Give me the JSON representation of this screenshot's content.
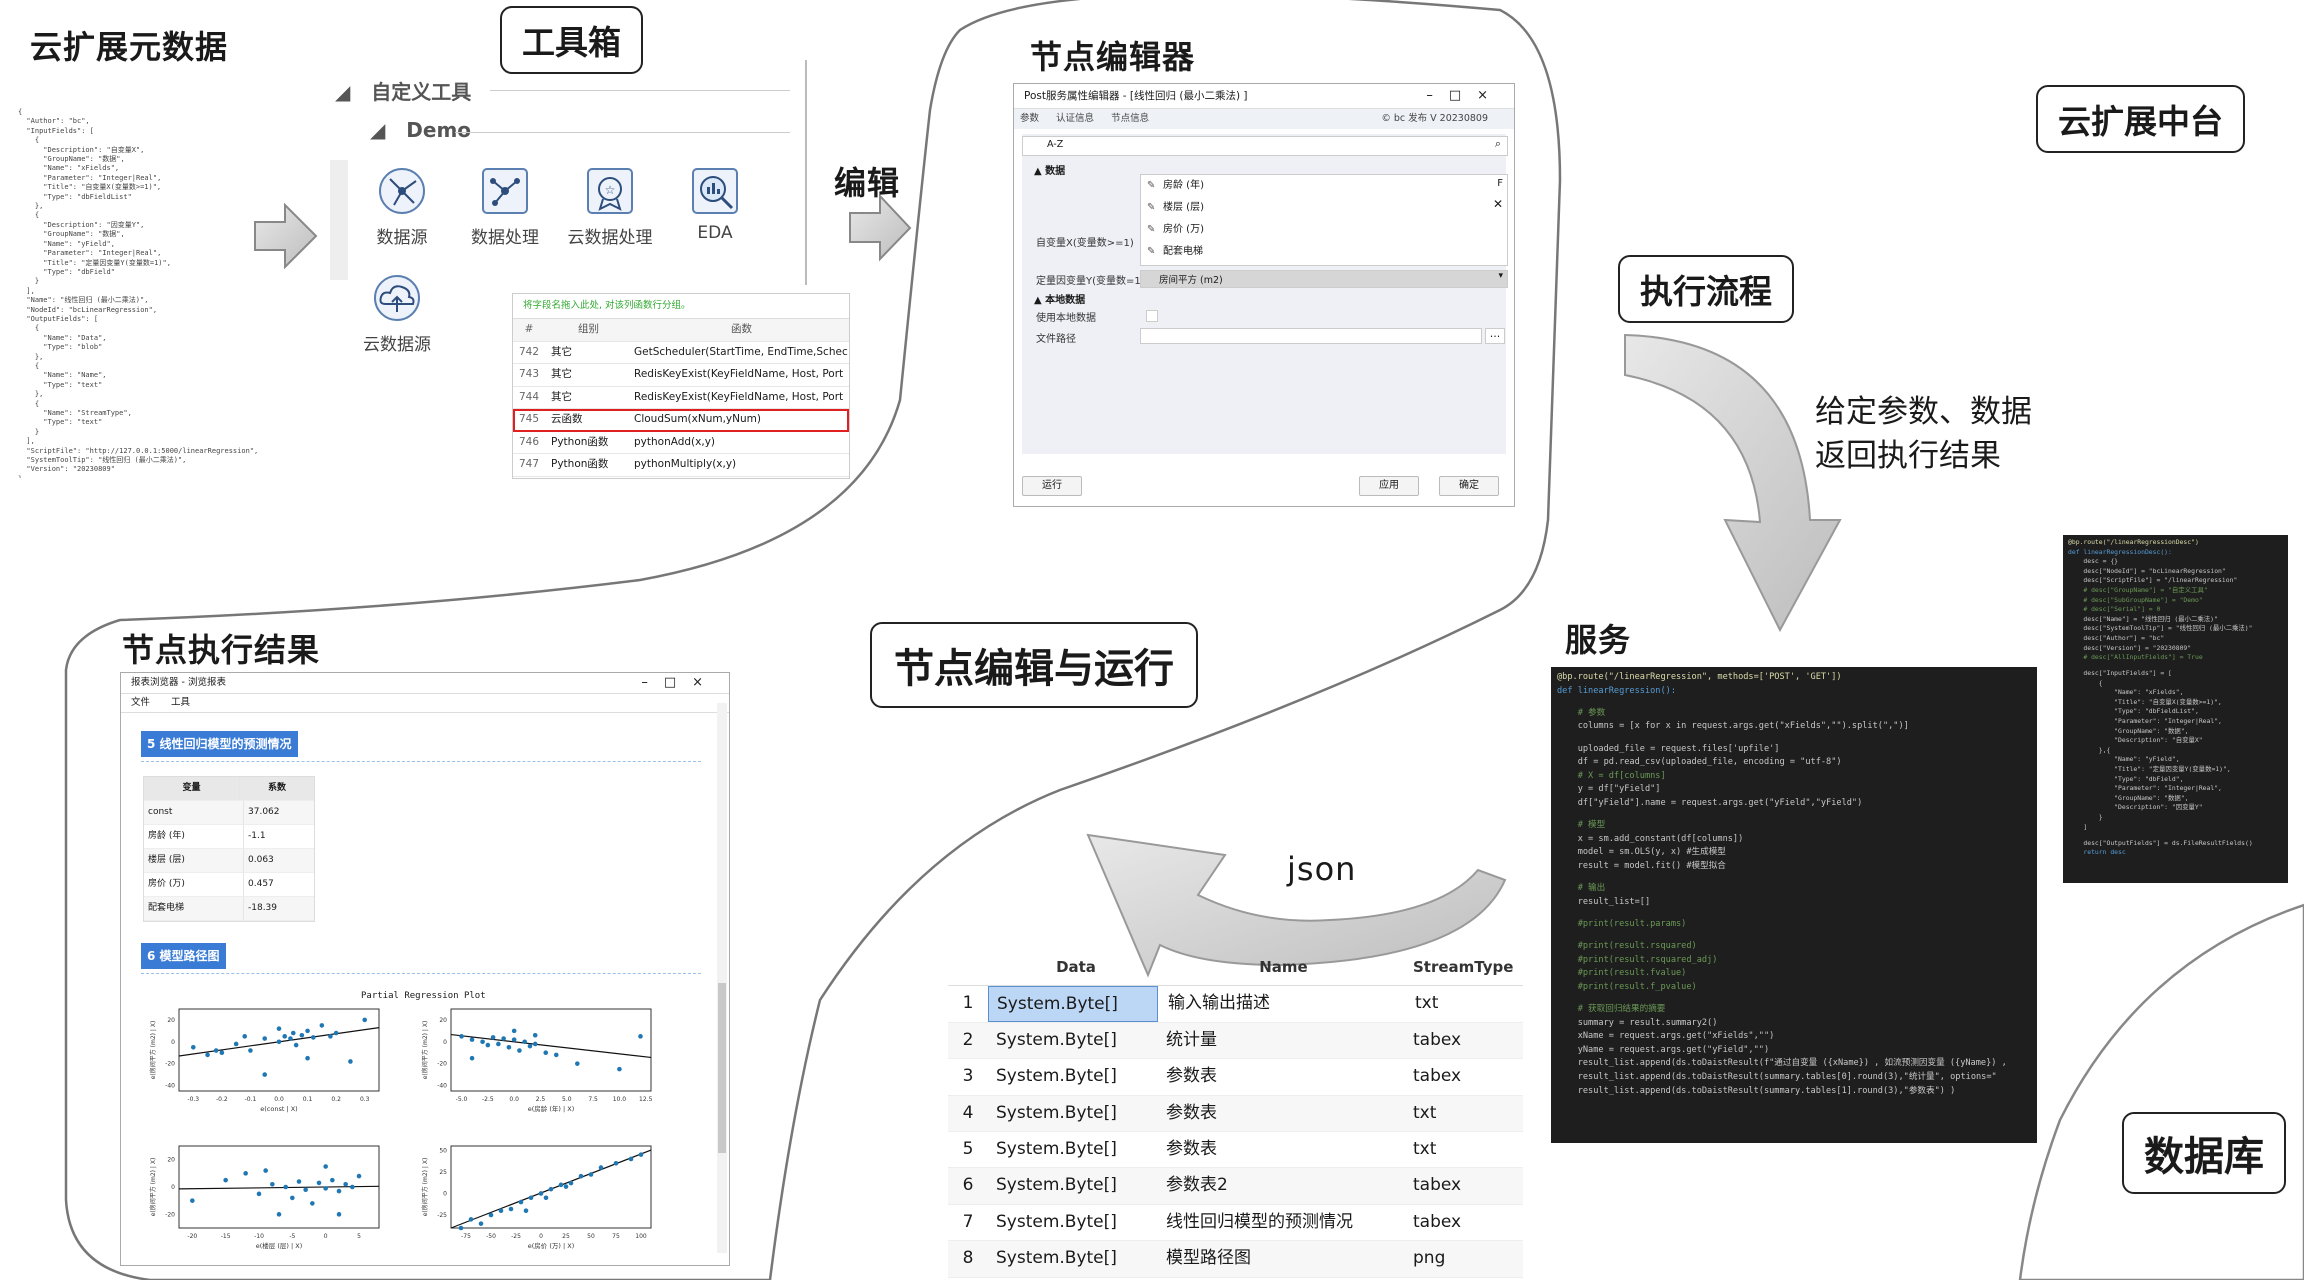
{
  "labels": {
    "metadata": "云扩展元数据",
    "toolbox": "工具箱",
    "edit": "编辑",
    "node_editor": "节点编辑器",
    "extension_platform": "云扩展中台",
    "execution_flow": "执行流程",
    "execution_note": "给定参数、数据\n返回执行结果",
    "service": "服务",
    "node_edit_run": "节点编辑与运行",
    "node_results": "节点执行结果",
    "json": "json",
    "database": "数据库"
  },
  "metadata_json": [
    "{",
    "  \"Author\": \"bc\",",
    "  \"InputFields\": [",
    "    {",
    "      \"Description\": \"自变量X\",",
    "      \"GroupName\": \"数据\",",
    "      \"Name\": \"xFields\",",
    "      \"Parameter\": \"Integer|Real\",",
    "      \"Title\": \"自变量X(变量数>=1)\",",
    "      \"Type\": \"dbFieldList\"",
    "    },",
    "    {",
    "      \"Description\": \"因变量Y\",",
    "      \"GroupName\": \"数据\",",
    "      \"Name\": \"yField\",",
    "      \"Parameter\": \"Integer|Real\",",
    "      \"Title\": \"定量因变量Y(变量数=1)\",",
    "      \"Type\": \"dbField\"",
    "    }",
    "  ],",
    "  \"Name\": \"线性回归 (最小二乘法)\",",
    "  \"NodeId\": \"bcLinearRegression\",",
    "  \"OutputFields\": [",
    "    {",
    "      \"Name\": \"Data\",",
    "      \"Type\": \"blob\"",
    "    },",
    "    {",
    "      \"Name\": \"Name\",",
    "      \"Type\": \"text\"",
    "    },",
    "    {",
    "      \"Name\": \"StreamType\",",
    "      \"Type\": \"text\"",
    "    }",
    "  ],",
    "  \"ScriptFile\": \"http://127.0.0.1:5000/linearRegression\",",
    "  \"SystemToolTip\": \"线性回归 (最小二乘法)\",",
    "  \"Version\": \"20230809\"",
    "}"
  ],
  "toolbox": {
    "group": "自定义工具",
    "subgroup": "Demo",
    "tools": [
      {
        "label": "数据源",
        "icon": "network-icon"
      },
      {
        "label": "数据处理",
        "icon": "nodes-processing-icon"
      },
      {
        "label": "云数据处理",
        "icon": "cloud-badge-icon"
      },
      {
        "label": "EDA",
        "icon": "chart-search-icon"
      }
    ],
    "cloud_tool": {
      "label": "云数据源",
      "icon": "cloud-upload-icon"
    },
    "function_hint": "将字段名拖入此处, 对该列函数行分组。",
    "function_headers": [
      "#",
      "组别",
      "函数"
    ],
    "functions": [
      {
        "no": "742",
        "group": "其它",
        "fn": "GetScheduler(StartTime, EndTime,Schec"
      },
      {
        "no": "743",
        "group": "其它",
        "fn": "RedisKeyExist(KeyFieldName, Host, Port"
      },
      {
        "no": "744",
        "group": "其它",
        "fn": "RedisKeyExist(KeyFieldName, Host, Port"
      },
      {
        "no": "745",
        "group": "云函数",
        "fn": "CloudSum(xNum,yNum)",
        "highlighted": true
      },
      {
        "no": "746",
        "group": "Python函数",
        "fn": "pythonAdd(x,y)"
      },
      {
        "no": "747",
        "group": "Python函数",
        "fn": "pythonMultiply(x,y)"
      }
    ]
  },
  "editor": {
    "title": "Post服务属性编辑器 - [线性回归 (最小二乘法) ]",
    "controls": "–□×",
    "tabs": [
      "参数",
      "认证信息",
      "节点信息"
    ],
    "version": "© bc 发布 V 20230809",
    "sort_label": "A-Z",
    "section_data": "数据",
    "x_label": "自变量X(变量数>=1)",
    "x_items": [
      "房龄 (年)",
      "楼层 (层)",
      "房价 (万)",
      "配套电梯"
    ],
    "y_label": "定量因变量Y(变量数=1)",
    "y_value": "房间平方 (m2)",
    "section_local": "本地数据",
    "use_local_label": "使用本地数据",
    "file_path_label": "文件路径",
    "btn_run": "运行",
    "btn_apply": "应用",
    "btn_ok": "确定"
  },
  "result_window": {
    "title": "报表浏览器 - 浏览报表",
    "controls": "–□×",
    "menu": [
      "文件",
      "工具"
    ],
    "section5": "5 线性回归模型的预测情况",
    "coef_headers": [
      "变量",
      "系数"
    ],
    "coefficients": [
      {
        "var": "const",
        "value": "37.062"
      },
      {
        "var": "房龄 (年)",
        "value": "-1.1"
      },
      {
        "var": "楼层 (层)",
        "value": "0.063"
      },
      {
        "var": "房价 (万)",
        "value": "0.457"
      },
      {
        "var": "配套电梯",
        "value": "-18.39"
      }
    ],
    "section6": "6 模型路径图",
    "plot_title": "Partial Regression Plot"
  },
  "chart_data": {
    "type": "scatter",
    "title": "Partial Regression Plot",
    "panels": [
      {
        "xlabel": "e(const | X)",
        "ylabel": "e(房间平方 (m2) | X)",
        "xticks": [
          "-0.3",
          "-0.2",
          "-0.1",
          "0.0",
          "0.1",
          "0.2",
          "0.3"
        ],
        "yticks": [
          "20",
          "0",
          "-20",
          "-40"
        ],
        "xlim": [
          -0.35,
          0.35
        ],
        "ylim": [
          -45,
          30
        ],
        "slope": 37.062,
        "points": [
          [
            -0.3,
            -5
          ],
          [
            -0.25,
            -12
          ],
          [
            -0.22,
            -8
          ],
          [
            -0.2,
            -10
          ],
          [
            -0.15,
            -2
          ],
          [
            -0.1,
            -8
          ],
          [
            -0.05,
            3
          ],
          [
            0.0,
            0
          ],
          [
            0.02,
            5
          ],
          [
            0.04,
            3
          ],
          [
            0.05,
            8
          ],
          [
            0.06,
            -3
          ],
          [
            0.08,
            6
          ],
          [
            0.1,
            10
          ],
          [
            0.12,
            4
          ],
          [
            0.15,
            15
          ],
          [
            0.18,
            5
          ],
          [
            0.2,
            8
          ],
          [
            0.25,
            -18
          ],
          [
            -0.05,
            -30
          ],
          [
            0.3,
            20
          ],
          [
            0.1,
            -15
          ],
          [
            0.0,
            12
          ],
          [
            -0.12,
            5
          ]
        ]
      },
      {
        "xlabel": "e(房龄 (年) | X)",
        "ylabel": "e(房间平方 (m2) | X)",
        "xticks": [
          "-5.0",
          "-2.5",
          "0.0",
          "2.5",
          "5.0",
          "7.5",
          "10.0",
          "12.5"
        ],
        "yticks": [
          "20",
          "0",
          "-20",
          "-40"
        ],
        "xlim": [
          -6,
          13
        ],
        "ylim": [
          -45,
          30
        ],
        "slope": -1.1,
        "points": [
          [
            -5,
            5
          ],
          [
            -4,
            2
          ],
          [
            -3,
            0
          ],
          [
            -2.5,
            -3
          ],
          [
            -2,
            4
          ],
          [
            -1.5,
            -2
          ],
          [
            -1,
            3
          ],
          [
            -0.5,
            -5
          ],
          [
            0,
            2
          ],
          [
            0.5,
            -8
          ],
          [
            1,
            0
          ],
          [
            1.5,
            -4
          ],
          [
            2,
            6
          ],
          [
            3,
            -10
          ],
          [
            4,
            -12
          ],
          [
            6,
            -20
          ],
          [
            10,
            -25
          ],
          [
            12,
            5
          ],
          [
            -4,
            -15
          ],
          [
            0,
            10
          ],
          [
            2,
            -2
          ]
        ]
      },
      {
        "xlabel": "e(楼层 (层) | X)",
        "ylabel": "e(房间平方 (m2) | X)",
        "xticks": [
          "-20",
          "-15",
          "-10",
          "-5",
          "0",
          "5"
        ],
        "yticks": [
          "20",
          "0",
          "-20"
        ],
        "xlim": [
          -22,
          8
        ],
        "ylim": [
          -30,
          30
        ],
        "slope": 0.063,
        "points": [
          [
            -20,
            -10
          ],
          [
            -15,
            5
          ],
          [
            -12,
            10
          ],
          [
            -10,
            -5
          ],
          [
            -8,
            2
          ],
          [
            -6,
            0
          ],
          [
            -5,
            -8
          ],
          [
            -4,
            4
          ],
          [
            -3,
            -2
          ],
          [
            -2,
            -12
          ],
          [
            -1,
            3
          ],
          [
            0,
            -1
          ],
          [
            1,
            5
          ],
          [
            2,
            -3
          ],
          [
            3,
            2
          ],
          [
            4,
            0
          ],
          [
            5,
            8
          ],
          [
            -7,
            -20
          ],
          [
            -9,
            12
          ],
          [
            0,
            15
          ],
          [
            2,
            -20
          ]
        ]
      },
      {
        "xlabel": "e(房价 (万) | X)",
        "ylabel": "e(房间平方 (m2) | X)",
        "xticks": [
          "-75",
          "-50",
          "-25",
          "0",
          "25",
          "50",
          "75",
          "100"
        ],
        "yticks": [
          "50",
          "25",
          "0",
          "-25"
        ],
        "xlim": [
          -90,
          110
        ],
        "ylim": [
          -40,
          55
        ],
        "slope": 0.457,
        "points": [
          [
            -80,
            -40
          ],
          [
            -70,
            -30
          ],
          [
            -50,
            -25
          ],
          [
            -40,
            -20
          ],
          [
            -30,
            -18
          ],
          [
            -20,
            -10
          ],
          [
            -10,
            -5
          ],
          [
            0,
            0
          ],
          [
            10,
            5
          ],
          [
            20,
            10
          ],
          [
            30,
            12
          ],
          [
            40,
            20
          ],
          [
            50,
            22
          ],
          [
            60,
            30
          ],
          [
            75,
            35
          ],
          [
            90,
            40
          ],
          [
            100,
            45
          ],
          [
            -60,
            -35
          ],
          [
            25,
            8
          ],
          [
            -15,
            -20
          ],
          [
            5,
            -5
          ]
        ]
      }
    ]
  },
  "data_table": {
    "headers": [
      "Data",
      "Name",
      "StreamType"
    ],
    "rows": [
      {
        "idx": "1",
        "data": "System.Byte[]",
        "name": "输入输出描述",
        "type": "txt",
        "selected": true
      },
      {
        "idx": "2",
        "data": "System.Byte[]",
        "name": "统计量",
        "type": "tabex"
      },
      {
        "idx": "3",
        "data": "System.Byte[]",
        "name": "参数表",
        "type": "tabex"
      },
      {
        "idx": "4",
        "data": "System.Byte[]",
        "name": "参数表",
        "type": "txt"
      },
      {
        "idx": "5",
        "data": "System.Byte[]",
        "name": "参数表",
        "type": "txt"
      },
      {
        "idx": "6",
        "data": "System.Byte[]",
        "name": "参数表2",
        "type": "tabex"
      },
      {
        "idx": "7",
        "data": "System.Byte[]",
        "name": "线性回归模型的预测情况",
        "type": "tabex"
      },
      {
        "idx": "8",
        "data": "System.Byte[]",
        "name": "模型路径图",
        "type": "png"
      }
    ]
  },
  "code_main": [
    "@bp.route(\"/linearRegression\", methods=['POST', 'GET'])",
    "def linearRegression():",
    "",
    "    # 参数",
    "    columns = [x for x in request.args.get(\"xFields\",\"\").split(\",\")]",
    "",
    "    uploaded_file = request.files['upfile']",
    "    df = pd.read_csv(uploaded_file, encoding = \"utf-8\")",
    "    # X = df[columns]",
    "    y = df[\"yField\"]",
    "    df[\"yField\"].name = request.args.get(\"yField\",\"yField\")",
    "",
    "    # 模型",
    "    x = sm.add_constant(df[columns])",
    "    model = sm.OLS(y, x) #生成模型",
    "    result = model.fit() #模型拟合",
    "",
    "    # 输出",
    "    result_list=[]",
    "",
    "    #print(result.params)",
    "",
    "    #print(result.rsquared)",
    "    #print(result.rsquared_adj)",
    "    #print(result.fvalue)",
    "    #print(result.f_pvalue)",
    "",
    "    # 获取回归结果的摘要",
    "    summary = result.summary2()",
    "    xName = request.args.get(\"xFields\",\"\")",
    "    yName = request.args.get(\"yField\",\"\")",
    "    result_list.append(ds.toDaistResult(f\"通过自变量 ({xName}) , 如流预测因变量 ({yName}) ,",
    "    result_list.append(ds.toDaistResult(summary.tables[0].round(3),\"统计量\", options=\"",
    "    result_list.append(ds.toDaistResult(summary.tables[1].round(3),\"参数表\") )"
  ],
  "code_side": [
    "@bp.route(\"/linearRegressionDesc\")",
    "def linearRegressionDesc():",
    "    desc = {}",
    "    desc[\"NodeId\"] = \"bcLinearRegression\"",
    "    desc[\"ScriptFile\"] = \"/linearRegression\"",
    "    # desc[\"GroupName\"] = \"自定义工具\"",
    "    # desc[\"SubGroupName\"] = \"Demo\"",
    "    # desc[\"Serial\"] = 0",
    "    desc[\"Name\"] = \"线性回归 (最小二乘法)\"",
    "    desc[\"SystemToolTip\"] = \"线性回归 (最小二乘法)\"",
    "    desc[\"Author\"] = \"bc\"",
    "    desc[\"Version\"] = \"20230809\"",
    "    # desc[\"AllInputFields\"] = True",
    "",
    "    desc[\"InputFields\"] = [",
    "        {",
    "            \"Name\": \"xFields\",",
    "            \"Title\": \"自变量X(变量数>=1)\",",
    "            \"Type\": \"dbFieldList\",",
    "            \"Parameter\": \"Integer|Real\",",
    "            \"GroupName\": \"数据\",",
    "            \"Description\": \"自变量X\"",
    "        },{",
    "            \"Name\": \"yField\",",
    "            \"Title\": \"定量因变量Y(变量数=1)\",",
    "            \"Type\": \"dbField\",",
    "            \"Parameter\": \"Integer|Real\",",
    "            \"GroupName\": \"数据\",",
    "            \"Description\": \"因变量Y\"",
    "        }",
    "    ]",
    "",
    "    desc[\"OutputFields\"] = ds.FileResultFields()",
    "    return desc"
  ]
}
